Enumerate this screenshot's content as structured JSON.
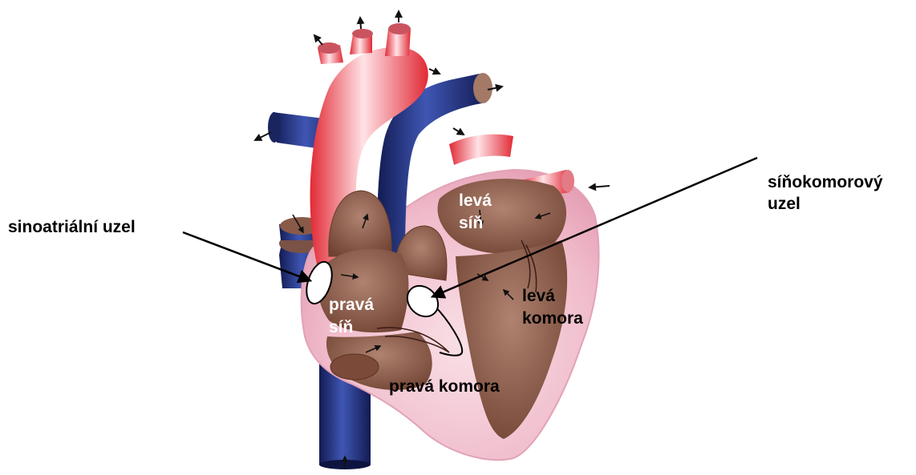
{
  "labels": {
    "sa_node": "sinoatriální uzel",
    "av_node_line1": "síňokomorový",
    "av_node_line2": "uzel",
    "left_atrium_line1": "levá",
    "left_atrium_line2": "síň",
    "right_atrium_line1": "pravá",
    "right_atrium_line2": "síň",
    "left_ventricle_line1": "levá",
    "left_ventricle_line2": "komora",
    "right_ventricle": "pravá komora"
  },
  "colors": {
    "background": "#ffffff",
    "artery_red": "#e8303b",
    "vein_blue": "#1c2a6e",
    "muscle_pink": "#f2c6d0",
    "chamber_brown": "#8a5a48",
    "node_fill": "#ffffff",
    "label_dark": "#000000",
    "label_light": "#ffffff"
  }
}
